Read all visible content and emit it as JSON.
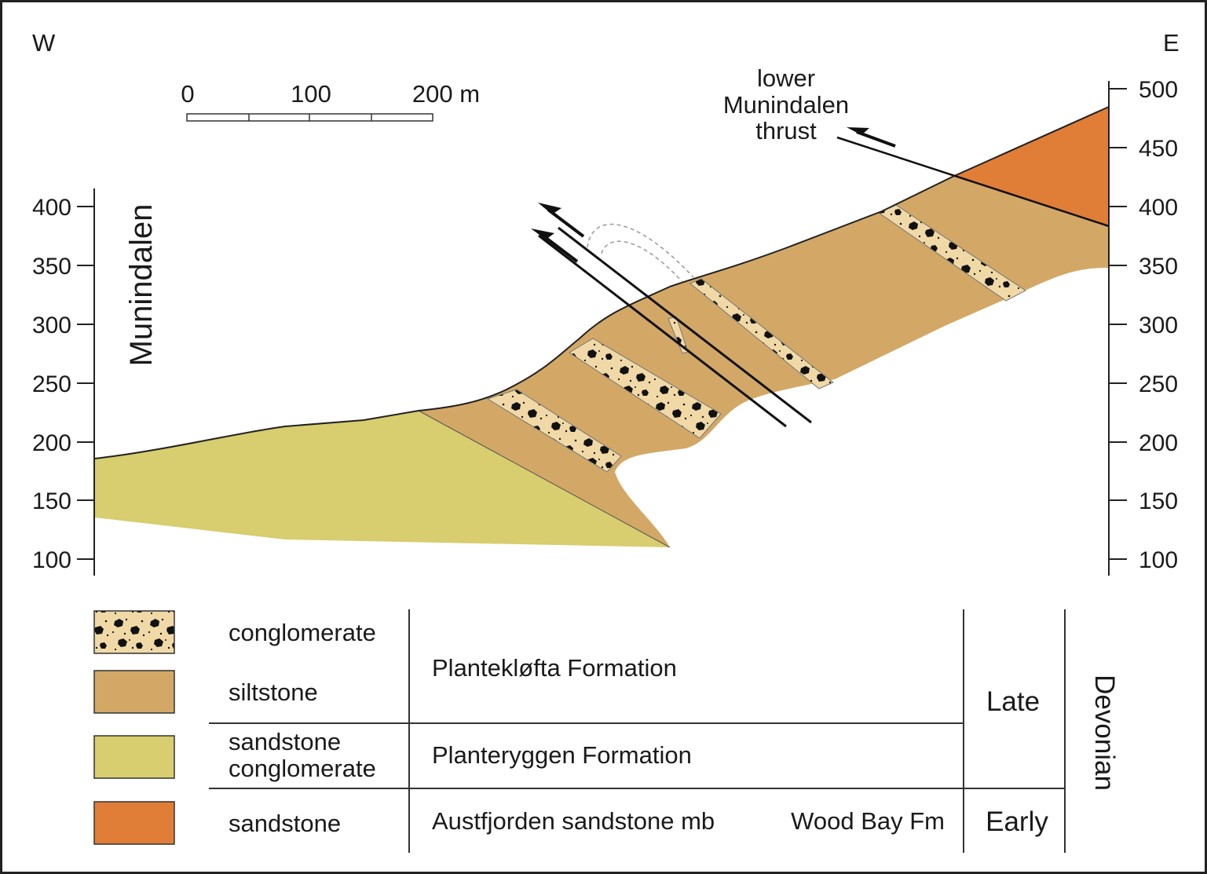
{
  "directions": {
    "west": "W",
    "east": "E"
  },
  "scale_bar": {
    "labels": [
      "0",
      "100",
      "200 m"
    ]
  },
  "valley_label": "Munindalen",
  "thrust_label": [
    "lower",
    "Munindalen",
    "thrust"
  ],
  "left_axis": {
    "ticks": [
      "400",
      "350",
      "300",
      "250",
      "200",
      "150",
      "100"
    ]
  },
  "right_axis": {
    "ticks": [
      "500",
      "450",
      "400",
      "350",
      "300",
      "250",
      "200",
      "150",
      "100"
    ]
  },
  "legend": {
    "lithologies": [
      "conglomerate",
      "siltstone",
      "sandstone",
      "conglomerate",
      "sandstone"
    ],
    "formations": [
      "Plantekløfta Formation",
      "Planteryggen Formation",
      "Austfjorden sandstone mb",
      "Wood Bay Fm"
    ],
    "epochs": [
      "Late",
      "Early"
    ],
    "period": "Devonian"
  },
  "colors": {
    "conglomerate": "#f0d9a6",
    "siltstone": "#d3a866",
    "sandstone_conglomerate": "#d8cd6f",
    "sandstone": "#e07e38"
  }
}
